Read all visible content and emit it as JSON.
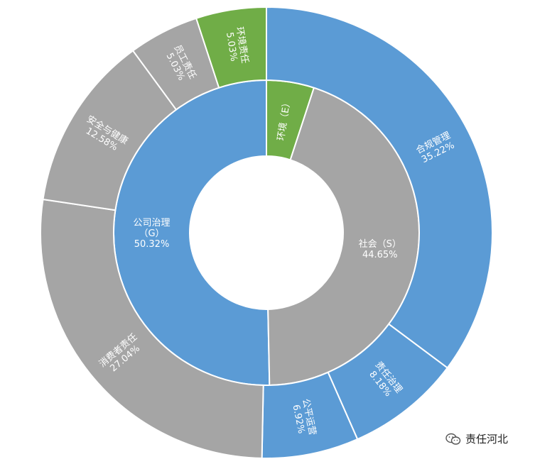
{
  "chart_data": {
    "type": "sunburst",
    "title": "",
    "inner": [
      {
        "name": "公司治理",
        "name2": "（G）",
        "value": 50.32,
        "label": "50.32%",
        "color": "#5b9bd5"
      },
      {
        "name": "社会（S）",
        "value": 44.65,
        "label": "44.65%",
        "color": "#a5a5a5"
      },
      {
        "name": "环境（E）",
        "value": 5.03,
        "label": "",
        "color": "#70ad47"
      }
    ],
    "outer": [
      {
        "name": "合规管理",
        "value": 35.22,
        "label": "35.22%",
        "parent": "公司治理",
        "color": "#5b9bd5"
      },
      {
        "name": "责任治理",
        "value": 8.18,
        "label": "8.18%",
        "parent": "公司治理",
        "color": "#5b9bd5"
      },
      {
        "name": "公平运营",
        "value": 6.92,
        "label": "6.92%",
        "parent": "公司治理",
        "color": "#5b9bd5"
      },
      {
        "name": "消费者责任",
        "value": 27.04,
        "label": "27.04%",
        "parent": "社会（S）",
        "color": "#a5a5a5"
      },
      {
        "name": "安全与健康",
        "value": 12.58,
        "label": "12.58%",
        "parent": "社会（S）",
        "color": "#a5a5a5"
      },
      {
        "name": "员工责任",
        "value": 5.03,
        "label": "5.03%",
        "parent": "社会（S）",
        "color": "#a5a5a5"
      },
      {
        "name": "环境责任",
        "value": 5.03,
        "label": "5.03%",
        "parent": "环境（E）",
        "color": "#70ad47"
      }
    ]
  },
  "watermark": {
    "text": "责任河北",
    "icon": "wechat-icon"
  }
}
